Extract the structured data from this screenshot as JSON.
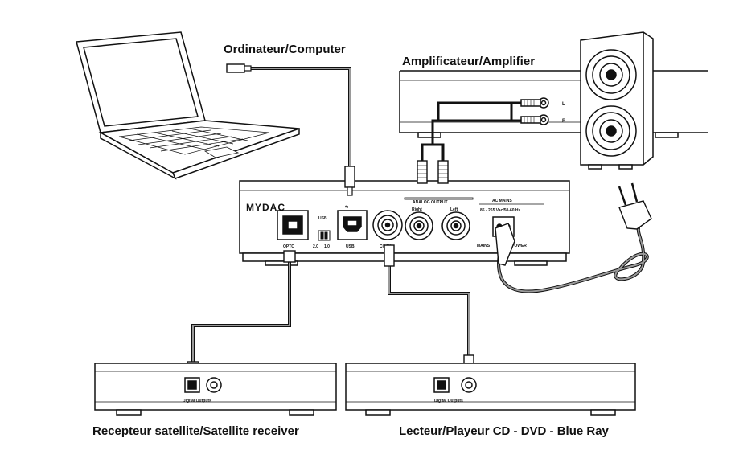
{
  "labels": {
    "computer": "Ordinateur/Computer",
    "amplifier": "Amplificateur/Amplifier",
    "satellite": "Recepteur satellite/Satellite receiver",
    "player": "Lecteur/Playeur CD - DVD - Blue Ray"
  },
  "dac": {
    "logo": "MYDAC",
    "opto": "OPTO",
    "usb_mode_label": "USB",
    "usb_mode_a": "2.0",
    "usb_mode_b": "1.0",
    "usb_port": "USB",
    "coax": "COAX",
    "analog_output": "ANALOG OUTPUT",
    "right": "Right",
    "left": "Left",
    "ac_mains": "AC MAINS",
    "ac_spec": "85 - 265 Vac/50-60 Hz",
    "power_left": "MAINS",
    "power_right": "POWER"
  },
  "amp": {
    "channel_l": "L",
    "channel_r": "R"
  },
  "sources": {
    "satellite_outputs": "Digital Outputs",
    "player_outputs": "Digital Outputs"
  },
  "colors": {
    "stroke": "#111111",
    "cable_gray": "#9a9a9a",
    "fill": "#ffffff"
  }
}
